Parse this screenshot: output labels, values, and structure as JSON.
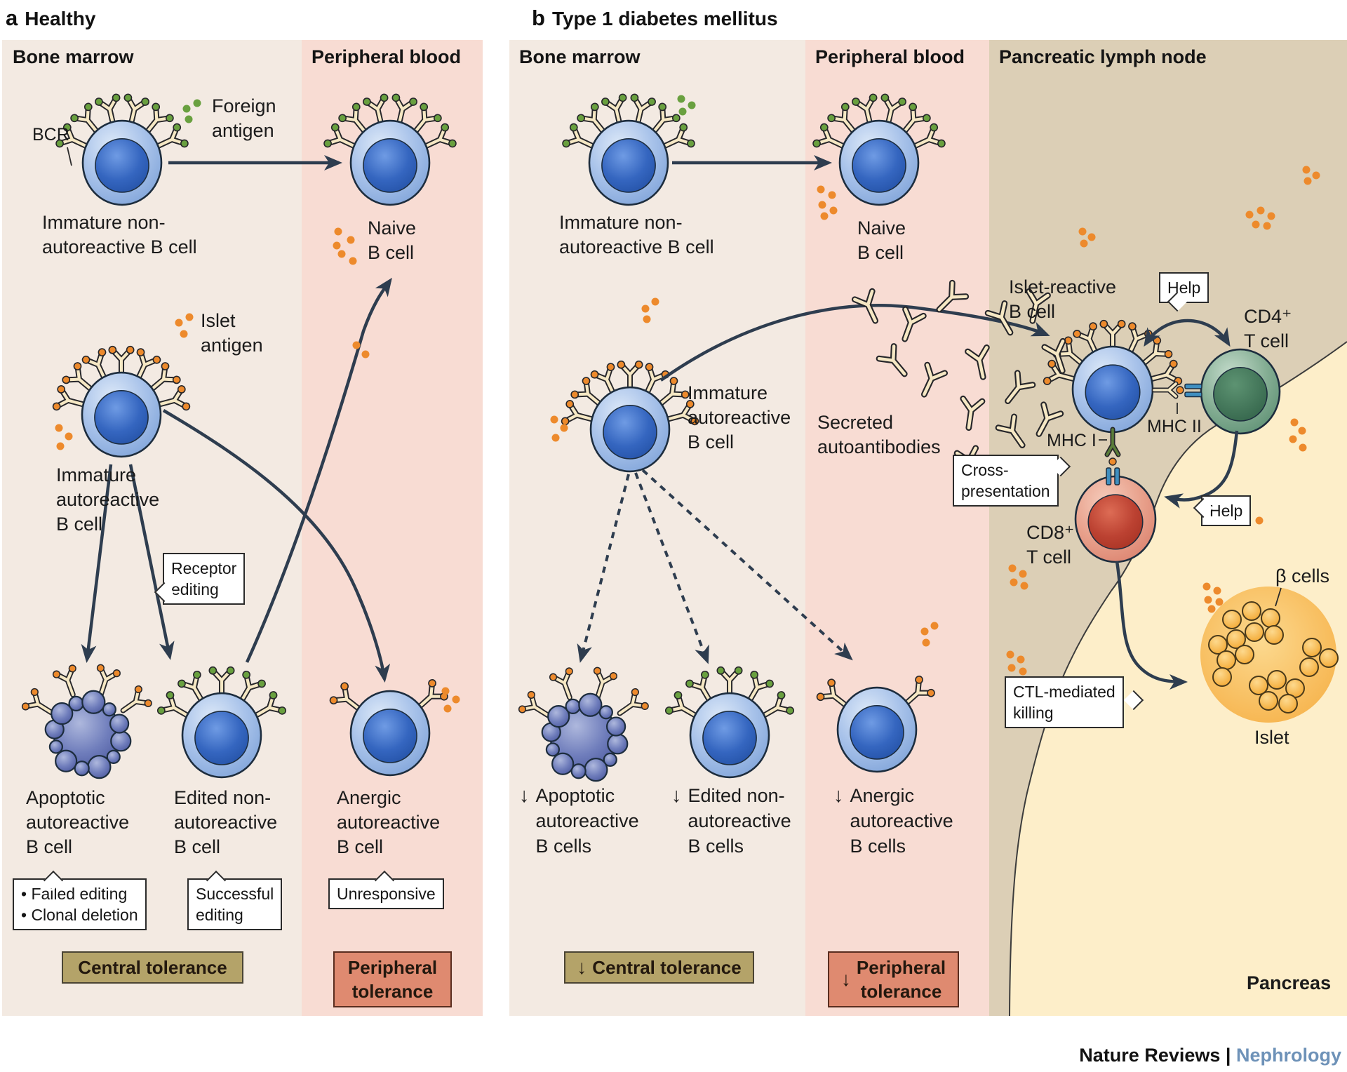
{
  "panels": {
    "a": {
      "letter": "a",
      "title": "Healthy"
    },
    "b": {
      "letter": "b",
      "title": "Type 1 diabetes mellitus"
    }
  },
  "columns": {
    "a_bone": "Bone marrow",
    "a_periph": "Peripheral blood",
    "b_bone": "Bone marrow",
    "b_periph": "Peripheral blood",
    "b_lymph": "Pancreatic lymph node"
  },
  "labels": {
    "bcr": "BCR",
    "foreign_antigen": "Foreign\nantigen",
    "islet_antigen": "Islet\nantigen",
    "immature_non_a": "Immature non-\nautoreactive B cell",
    "naive_a": "Naive\nB cell",
    "immature_auto_a": "Immature\nautoreactive\nB cell",
    "apoptotic_a": "Apoptotic\nautoreactive\nB cell",
    "edited_a": "Edited non-\nautoreactive\nB cell",
    "anergic_a": "Anergic\nautoreactive\nB cell",
    "immature_non_b": "Immature non-\nautoreactive B cell",
    "naive_b": "Naive\nB cell",
    "immature_auto_b": "Immature\nautoreactive\nB cell",
    "secreted": "Secreted\nautoantibodies",
    "islet_reactive": "Islet-reactive\nB cell",
    "cd4": "CD4⁺\nT cell",
    "cd8": "CD8⁺\nT cell",
    "mhc2": "MHC II",
    "mhc1": "MHC I",
    "beta_cells": "β cells",
    "islet": "Islet",
    "pancreas": "Pancreas",
    "down": "↓",
    "apoptotic_b": "Apoptotic\nautoreactive\nB cells",
    "edited_b": "Edited non-\nautoreactive\nB cells",
    "anergic_b": "Anergic\nautoreactive\nB cells"
  },
  "callouts": {
    "receptor_editing": "Receptor\nediting",
    "failed": "• Failed editing\n• Clonal deletion",
    "successful": "Successful\nediting",
    "unresponsive": "Unresponsive",
    "cross": "Cross-\npresentation",
    "help_top": "Help",
    "help_right": "Help",
    "ctl": "CTL-mediated\nkilling"
  },
  "badges": {
    "down": "↓",
    "central_a": "Central tolerance",
    "peripheral_a": "Peripheral\ntolerance",
    "central_b": "Central tolerance",
    "peripheral_b": "Peripheral\ntolerance"
  },
  "footer": {
    "journal": "Nature Reviews",
    "divider": "|",
    "section": "Nephrology"
  },
  "colors": {
    "bone_marrow_bg": "#f3eae2",
    "peripheral_bg": "#f8dcd3",
    "lymph_bg": "#dccfb6",
    "pancreas_bg": "#fdeec9",
    "arrow": "#2e3d4f",
    "central_badge": "#b4a369",
    "peripheral_badge": "#df8a70",
    "islet_antigen_dot": "#ed8a2c",
    "foreign_antigen_dot": "#69a03f",
    "nephrology_blue": "#6e92b8"
  }
}
